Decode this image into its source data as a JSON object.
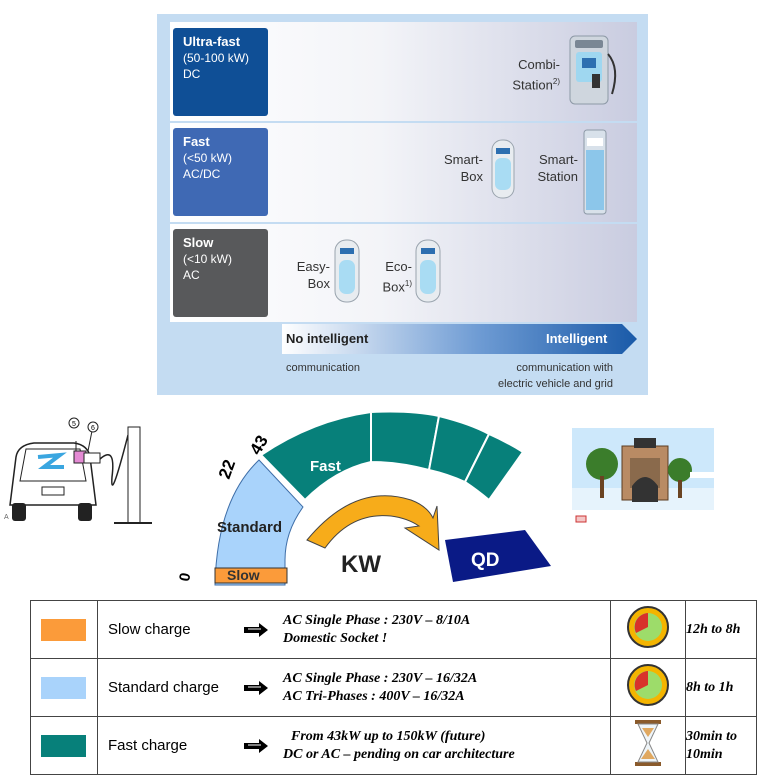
{
  "colors": {
    "ultrafast": "#0f4f96",
    "fast": "#3f69b4",
    "slow": "#58595b",
    "orange": "#fb9b3a",
    "lightblue": "#a9d3fb",
    "teal": "#07807a",
    "navy": "#0a1a86",
    "arrow": "#f7ac1a"
  },
  "top": {
    "categories": [
      {
        "title": "Ultra-fast",
        "power": "(50-100 kW)",
        "current": "DC"
      },
      {
        "title": "Fast",
        "power": "(<50 kW)",
        "current": "AC/DC"
      },
      {
        "title": "Slow",
        "power": "(<10 kW)",
        "current": "AC"
      }
    ],
    "devices": {
      "combi_line1": "Combi-",
      "combi_line2": "Station",
      "combi_sup": "2)",
      "smartbox_line1": "Smart-",
      "smartbox_line2": "Box",
      "smartstation_line1": "Smart-",
      "smartstation_line2": "Station",
      "easybox_line1": "Easy-",
      "easybox_line2": "Box",
      "ecobox_line1": "Eco-",
      "ecobox_line2": "Box",
      "ecobox_sup": "1)"
    },
    "arrow": {
      "left": "No intelligent",
      "right": "Intelligent"
    },
    "sub_left": "communication",
    "sub_right_line1": "communication with",
    "sub_right_line2": "electric vehicle and grid"
  },
  "gauge": {
    "tick_0": "0",
    "tick_22": "22",
    "tick_43": "43",
    "slow": "Slow",
    "standard": "Standard",
    "fast": "Fast",
    "kw": "KW",
    "qd": "QD"
  },
  "car": {
    "circle_a": "5",
    "circle_b": "6",
    "small_a": "A"
  },
  "table": {
    "rows": [
      {
        "name": "Slow charge",
        "line1": "AC Single Phase : 230V – 8/10A",
        "line2": "Domestic Socket !",
        "duration_line1": "12h to 8h",
        "duration_line2": ""
      },
      {
        "name": "Standard charge",
        "line1": "AC Single Phase : 230V – 16/32A",
        "line2": "AC Tri-Phases : 400V – 16/32A",
        "duration_line1": "8h to 1h",
        "duration_line2": ""
      },
      {
        "name": "Fast charge",
        "line1": "From 43kW up to 150kW (future)",
        "line2": "DC or AC – pending on car architecture",
        "duration_line1": "30min to",
        "duration_line2": "10min"
      }
    ]
  }
}
